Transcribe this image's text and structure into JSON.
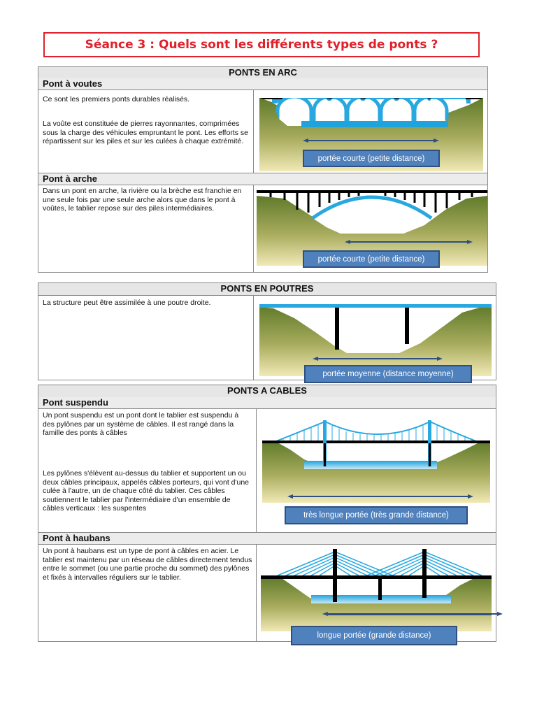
{
  "title": "Séance 3 : Quels sont les différents types de ponts ?",
  "arc": {
    "heading": "PONTS EN ARC",
    "voutes": {
      "label": "Pont à voutes",
      "text1": "Ce sont les premiers ponts durables réalisés.",
      "text2": "La voûte est constituée de pierres rayonnantes, comprimées sous la charge des véhicules empruntant le pont. Les efforts se répartissent sur les piles et sur les culées à chaque extrémité.",
      "span": "portée courte (petite distance)"
    },
    "arche": {
      "label": "Pont à arche",
      "text": "Dans un pont en arche, la rivière ou la brèche est franchie en une seule fois par une seule arche alors que dans le pont à voûtes, le tablier repose sur des piles intermédiaires.",
      "span": "portée courte (petite distance)"
    }
  },
  "poutres": {
    "heading": "PONTS EN POUTRES",
    "text": "La structure peut être assimilée à une poutre droite.",
    "span": "portée moyenne (distance moyenne)"
  },
  "cables": {
    "heading": "PONTS A CABLES",
    "suspendu": {
      "label": "Pont suspendu",
      "text1": "Un pont suspendu est un pont dont le tablier est suspendu à des pylônes par un système de câbles. Il est rangé dans la famille des ponts à câbles",
      "text2": "Les pylônes s'élèvent au-dessus du tablier et supportent un ou deux câbles principaux, appelés câbles porteurs, qui vont d'une culée à l'autre, un de chaque côté du tablier. Ces câbles soutiennent le tablier par l'intermédiaire d'un ensemble de câbles verticaux : les suspentes",
      "span": "très longue portée (très grande distance)"
    },
    "haubans": {
      "label": "Pont à haubans",
      "text": "Un pont à haubans est un type de pont à câbles en acier. Le tablier est maintenu par un réseau de câbles directement tendus entre le sommet (ou une partie proche du sommet) des pylônes et fixés à intervalles réguliers sur le tablier.",
      "span": "longue portée (grande distance)"
    }
  },
  "colors": {
    "title_red": "#e0202a",
    "label_blue": "#4f81bd",
    "water": "#1fa3dc"
  }
}
